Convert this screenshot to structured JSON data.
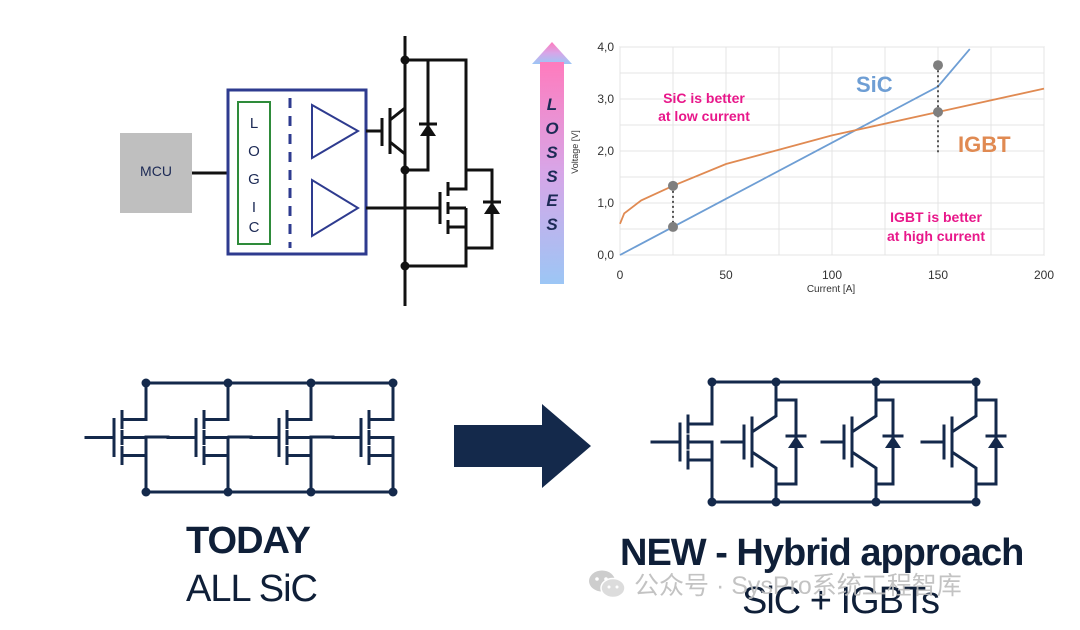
{
  "top_left": {
    "mcu_label": "MCU",
    "logic_letters": [
      "L",
      "O",
      "G",
      "I",
      "C"
    ]
  },
  "losses_label": {
    "letters": [
      "L",
      "O",
      "S",
      "S",
      "E",
      "S"
    ]
  },
  "chart_data": {
    "type": "line",
    "xlabel": "Current [A]",
    "ylabel": "Voltage [V]",
    "xlim": [
      0,
      200
    ],
    "ylim": [
      0,
      4
    ],
    "x_ticks": [
      "0",
      "50",
      "100",
      "150",
      "200"
    ],
    "y_ticks": [
      "0,0",
      "1,0",
      "2,0",
      "3,0",
      "4,0"
    ],
    "grid": true,
    "series": [
      {
        "name": "SiC",
        "color": "#6e9ed4",
        "x": [
          0,
          25,
          50,
          100,
          150,
          165
        ],
        "y": [
          0,
          0.54,
          1.08,
          2.16,
          3.24,
          3.96
        ]
      },
      {
        "name": "IGBT",
        "color": "#e08a52",
        "x": [
          0,
          2,
          10,
          25,
          50,
          100,
          150,
          200
        ],
        "y": [
          0.6,
          0.8,
          1.05,
          1.33,
          1.75,
          2.3,
          2.75,
          3.2
        ]
      }
    ],
    "markers": [
      {
        "x": 25,
        "y": 1.33
      },
      {
        "x": 25,
        "y": 0.54
      },
      {
        "x": 150,
        "y": 3.65
      },
      {
        "x": 150,
        "y": 2.75
      }
    ],
    "annotations": [
      {
        "text_lines": [
          "SiC is better",
          "at low current"
        ],
        "color": "#e8178a"
      },
      {
        "text_lines": [
          "IGBT is better",
          "at high current"
        ],
        "color": "#e8178a"
      }
    ],
    "series_labels": [
      {
        "text": "SiC",
        "color": "#6e9ed4"
      },
      {
        "text": "IGBT",
        "color": "#e08a52"
      }
    ]
  },
  "bottom": {
    "today_title": "TODAY",
    "today_sub": "ALL SiC",
    "new_title": "NEW - Hybrid approach",
    "new_sub": "SiC + IGBTs"
  },
  "watermark": {
    "text": "公众号 · SysPro系统工程智库"
  },
  "colors": {
    "navy": "#14294b",
    "box_blue": "#2e3b8f",
    "logic_green": "#2e8b3a",
    "mcu_gray": "#bfbfbf",
    "pink": "#e8178a"
  }
}
